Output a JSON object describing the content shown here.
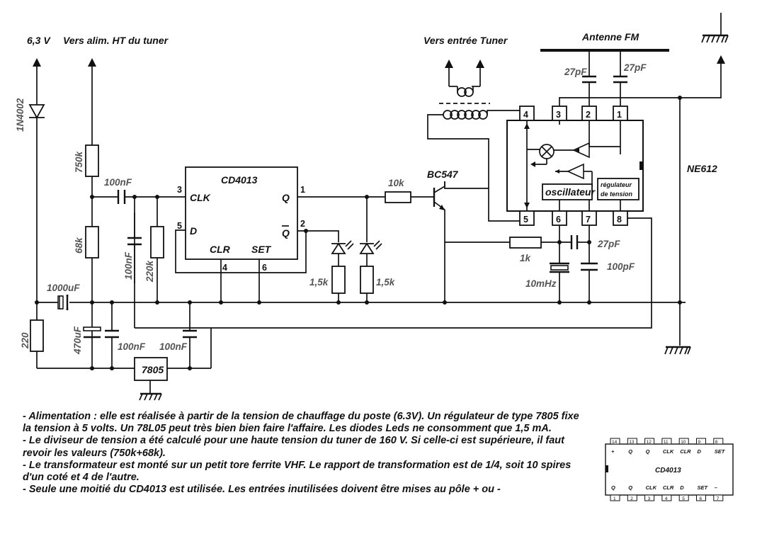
{
  "labels": {
    "v63": "6,3 V",
    "ht_supply": "Vers alim. HT du tuner",
    "tuner_input": "Vers entrée Tuner",
    "fm_antenna": "Antenne FM",
    "diode": "1N4002",
    "r750k": "750k",
    "r68k": "68k",
    "r220": "220",
    "c100nF_in": "100nF",
    "c100nF_vert": "100nF",
    "r220k": "220k",
    "c1000uF": "1000uF",
    "c470uF": "470uF",
    "c100nF_reg_left": "100nF",
    "c100nF_reg_right": "100nF",
    "reg": "7805",
    "ff_chip": "CD4013",
    "ff_clk": "CLK",
    "ff_d": "D",
    "ff_q": "Q",
    "ff_qbar": "Q",
    "ff_clr": "CLR",
    "ff_set": "SET",
    "ff_pin3": "3",
    "ff_pin5": "5",
    "ff_pin1": "1",
    "ff_pin2": "2",
    "ff_pin4": "4",
    "ff_pin6": "6",
    "led_r1": "1,5k",
    "led_r2": "1,5k",
    "r10k": "10k",
    "transistor": "BC547",
    "r1k": "1k",
    "c27pF_osc": "27pF",
    "c100pF": "100pF",
    "xtal": "10mHz",
    "c27pF_ant1": "27pF",
    "c27pF_ant2": "27pF",
    "mixer_chip": "NE612",
    "osc_block": "oscillateur",
    "reg_block_1": "régulateur",
    "reg_block_2": "de tension",
    "ne_pin1": "1",
    "ne_pin2": "2",
    "ne_pin3": "3",
    "ne_pin4": "4",
    "ne_pin5": "5",
    "ne_pin6": "6",
    "ne_pin7": "7",
    "ne_pin8": "8"
  },
  "pinout": {
    "chip": "CD4013",
    "top_numbers": [
      "14",
      "13",
      "12",
      "11",
      "10",
      "9",
      "8"
    ],
    "top_labels": [
      "+",
      "Q",
      "Q",
      "CLK",
      "CLR",
      "D",
      "SET"
    ],
    "bottom_labels": [
      "Q",
      "Q",
      "CLK",
      "CLR",
      "D",
      "SET",
      "–"
    ],
    "bottom_numbers": [
      "1",
      "2",
      "3",
      "4",
      "5",
      "6",
      "7"
    ]
  },
  "notes": [
    "- Alimentation : elle est réalisée à partir de la tension de chauffage du poste (6.3V). Un régulateur de type 7805 fixe la tension à 5 volts. Un 78L05 peut très bien bien faire l'affaire. Les diodes Leds ne consomment que 1,5 mA.",
    "- Le diviseur de tension a été calculé pour une haute tension du tuner de 160 V. Si celle-ci est supérieure, il faut revoir les valeurs (750k+68k).",
    "- Le transformateur est monté sur un petit tore ferrite VHF. Le rapport de transformation est de 1/4, soit 10 spires d'un coté et 4 de l'autre.",
    "- Seule une moitié du CD4013 est utilisée. Les entrées inutilisées doivent être mises au pôle + ou -"
  ]
}
